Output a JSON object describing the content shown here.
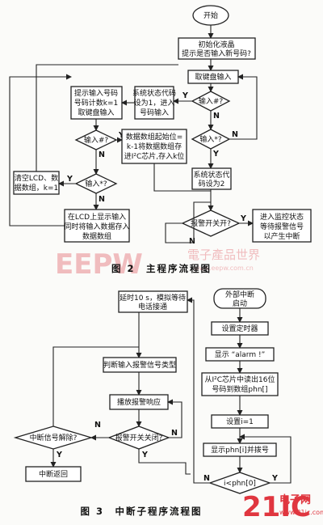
{
  "fig2": {
    "start": "开始",
    "init": [
      "初始化液晶",
      "提示是否输入新号码?"
    ],
    "read_key": "取键盘输入",
    "input_hash": "输入#?",
    "input_star": "输入*?",
    "prompt": [
      "提示输入号码",
      "号码计数k=1",
      "取键盘输入"
    ],
    "status1": [
      "系统状态代码",
      "设为1，进入",
      "号码输入"
    ],
    "input_hash2": "输入#?",
    "store": [
      "数据数组起始位=",
      "k-1将数据数组存",
      "进I²C芯片,存入k位"
    ],
    "status2": [
      "系统状态代",
      "码设为2"
    ],
    "clear": [
      "清空LCD、数",
      "据数组，k=1"
    ],
    "input_star2": "输入*?",
    "lcd_show": [
      "在LCD上显示输入",
      "同时将输入数据存入",
      "数据数组"
    ],
    "alarm_switch": "报警开关开?",
    "monitor": [
      "进入监控状态",
      "等待报警信号",
      "以产生中断"
    ],
    "caption": "图 2　主程序流程图"
  },
  "fig3": {
    "ext_int": [
      "外部中断",
      "启动"
    ],
    "set_timer": "设置定时器",
    "show_alarm": "显示 “alarm !”",
    "read_chip": [
      "从I²C芯片中读出16位",
      "号码到数组phn[]"
    ],
    "set_i": "设置i=1",
    "show_phn": "显示phn[i]并拨号",
    "i_lt": "i<phn[0]",
    "delay": [
      "延时10 s，模拟等待",
      "电话接通"
    ],
    "judge": "判断输入报警信号类型",
    "play": "播放报警响应",
    "switch_off": "报警开关关闭?",
    "cleared": "中断信号解除?",
    "return": "中断返回",
    "caption": "图 3　中断子程序流程图"
  },
  "labels": {
    "yes": "Y",
    "no": "N"
  },
  "watermarks": {
    "eepw": "EEPW",
    "eepw_cn": "電子產品世界",
    "eepw_url": "www.eepw.com.cn",
    "site": "21IC",
    "site_cn": "电子网",
    "site_url": "www.21ic.com"
  }
}
